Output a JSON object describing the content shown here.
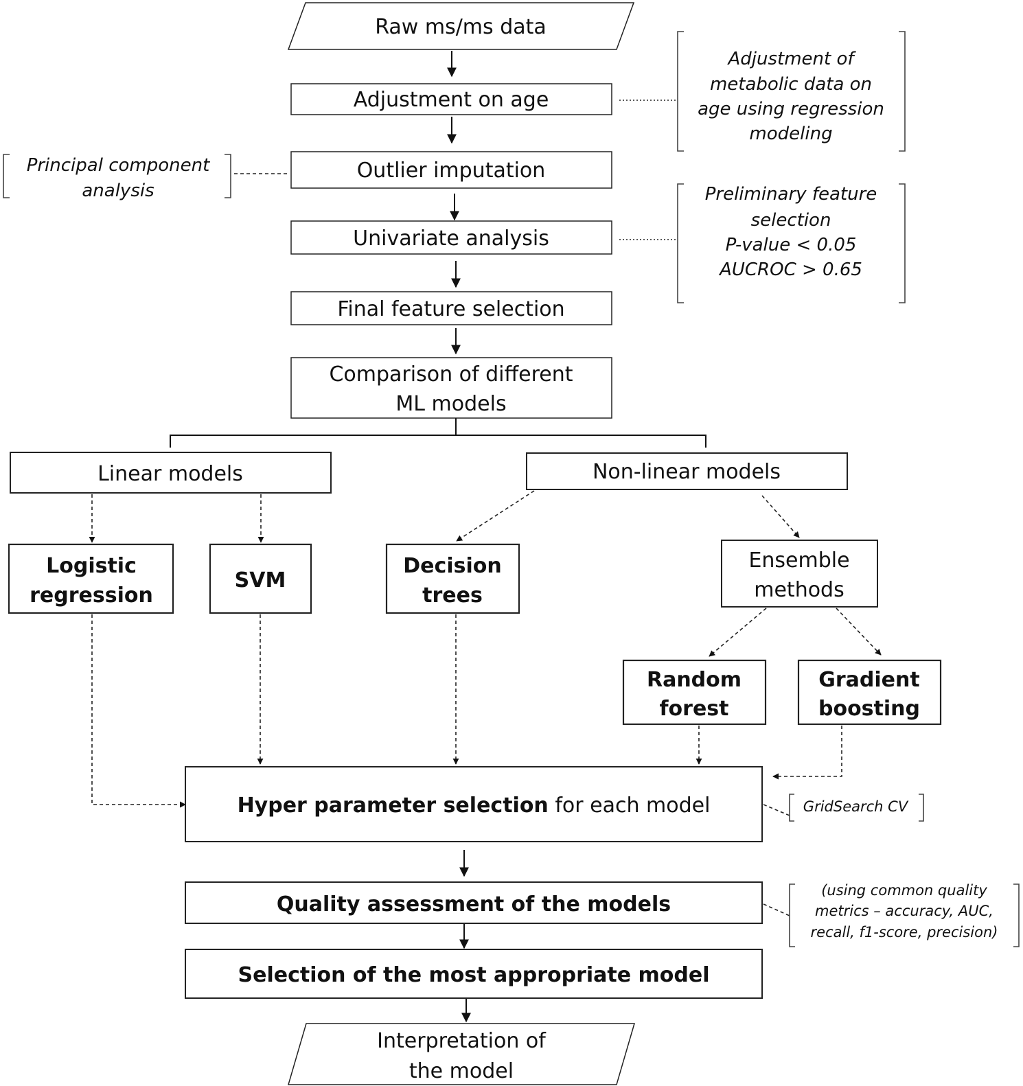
{
  "nodes": {
    "raw_data": "Raw ms/ms data",
    "adjust_age": "Adjustment on age",
    "outlier": "Outlier imputation",
    "univariate": "Univariate analysis",
    "final_feature": "Final feature selection",
    "comparison": [
      "Comparison of different",
      "ML models"
    ],
    "linear": "Linear models",
    "nonlinear": "Non-linear models",
    "logistic": [
      "Logistic",
      "regression"
    ],
    "svm": "SVM",
    "decision": [
      "Decision",
      "trees"
    ],
    "ensemble": [
      "Ensemble",
      "methods"
    ],
    "random_forest": [
      "Random",
      "forest"
    ],
    "gradient": [
      "Gradient",
      "boosting"
    ],
    "hyper_bold": "Hyper parameter selection",
    "hyper_rest": " for each model",
    "quality": "Quality assessment of the models",
    "selection": "Selection of the most appropriate model",
    "interpretation": [
      "Interpretation of",
      "the model"
    ]
  },
  "notes": {
    "adjust": [
      "Adjustment of",
      "metabolic data on",
      "age using regression",
      "modeling"
    ],
    "pca": [
      "Principal component",
      "analysis"
    ],
    "preliminary": [
      "Preliminary feature",
      "selection",
      "P-value < 0.05",
      "AUCROC > 0.65"
    ],
    "gridsearch": "GridSearch CV",
    "metrics": [
      "(using common quality",
      "metrics – accuracy, AUC,",
      "recall, f1-score, precision)"
    ]
  }
}
